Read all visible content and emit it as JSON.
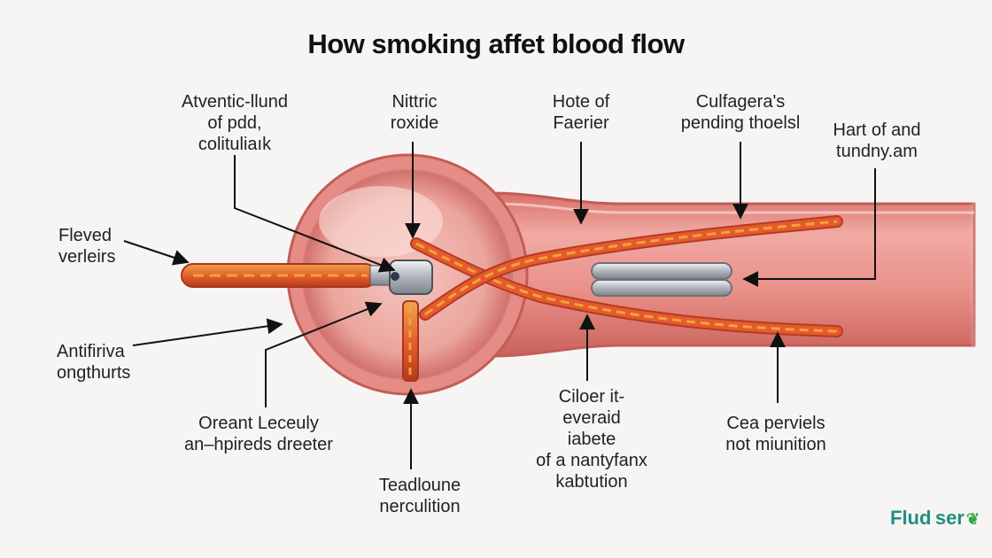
{
  "title": "How smoking affet blood flow",
  "labels": {
    "aventic": [
      "Atventic-llund",
      "of pdd,",
      "colituliaık"
    ],
    "nittric": [
      "Nittric",
      "roxide"
    ],
    "hote": [
      "Hote of",
      "Faerier"
    ],
    "culfagera": [
      "Culfagera's",
      "pending thoelsl"
    ],
    "hart": [
      "Hart of and",
      "tundny.am"
    ],
    "fleved": [
      "Fleved",
      "verleirs"
    ],
    "antifiriva": [
      "Antifiriva",
      "ongthurts"
    ],
    "oreant": [
      "Oreant Leceuly",
      "an–hpireds dreeter"
    ],
    "teadloune": [
      "Teadloune",
      "nerculition"
    ],
    "ciloer": [
      "Ciloer it-",
      "everaid",
      "iabete",
      "of a nantyfanx",
      "kabtution"
    ],
    "cea": [
      "Cea perviels",
      "not miunition"
    ]
  },
  "logo": {
    "text": "Flud ser",
    "icon": "leaf-icon"
  },
  "colors": {
    "vessel": "#e8928c",
    "vessel_dark": "#c45a55",
    "fiber": "#e0512b",
    "fiber_core": "#f3a23a",
    "arrow": "#111111",
    "background": "#f7f5f4"
  }
}
